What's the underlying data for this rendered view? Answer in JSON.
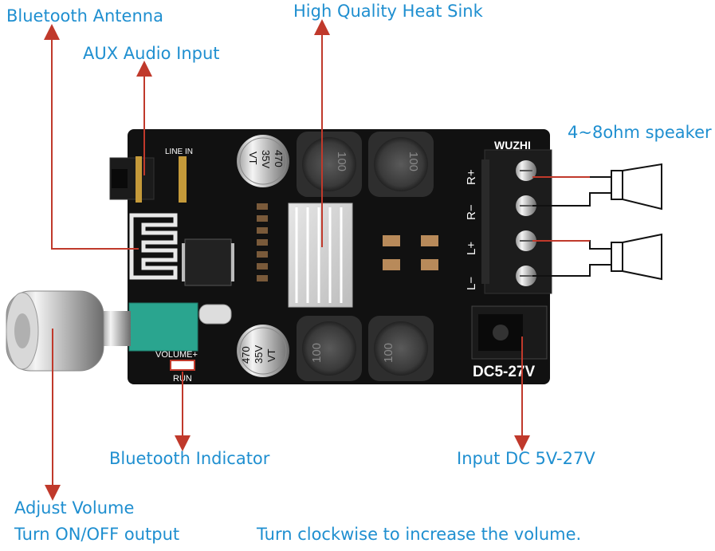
{
  "labels": {
    "bluetooth_antenna": "Bluetooth Antenna",
    "aux_audio_input": "AUX Audio Input",
    "heat_sink": "High Quality Heat Sink",
    "speaker": "4~8ohm speaker",
    "bluetooth_indicator": "Bluetooth Indicator",
    "input_dc": "Input DC 5V-27V",
    "adjust_volume": "Adjust Volume",
    "turn_on_off": "Turn ON/OFF output",
    "clockwise_note": "Turn clockwise to increase the volume."
  },
  "board": {
    "brand": "WUZHI",
    "line_in": "LINE IN",
    "volume": "VOLUME+",
    "run": "RUN",
    "dc_rating": "DC5-27V",
    "terminals": [
      "R+",
      "R−",
      "L+",
      "L−"
    ],
    "capacitor_top": [
      "470",
      "35V",
      "VT"
    ],
    "capacitor_bottom": [
      "470",
      "35V",
      "VT"
    ],
    "inductor_value": "100"
  },
  "colors": {
    "label_blue": "#1f8fd0",
    "arrow_red": "#c0392b",
    "pcb_black": "#111111",
    "knob_teal": "#2aa58f"
  }
}
